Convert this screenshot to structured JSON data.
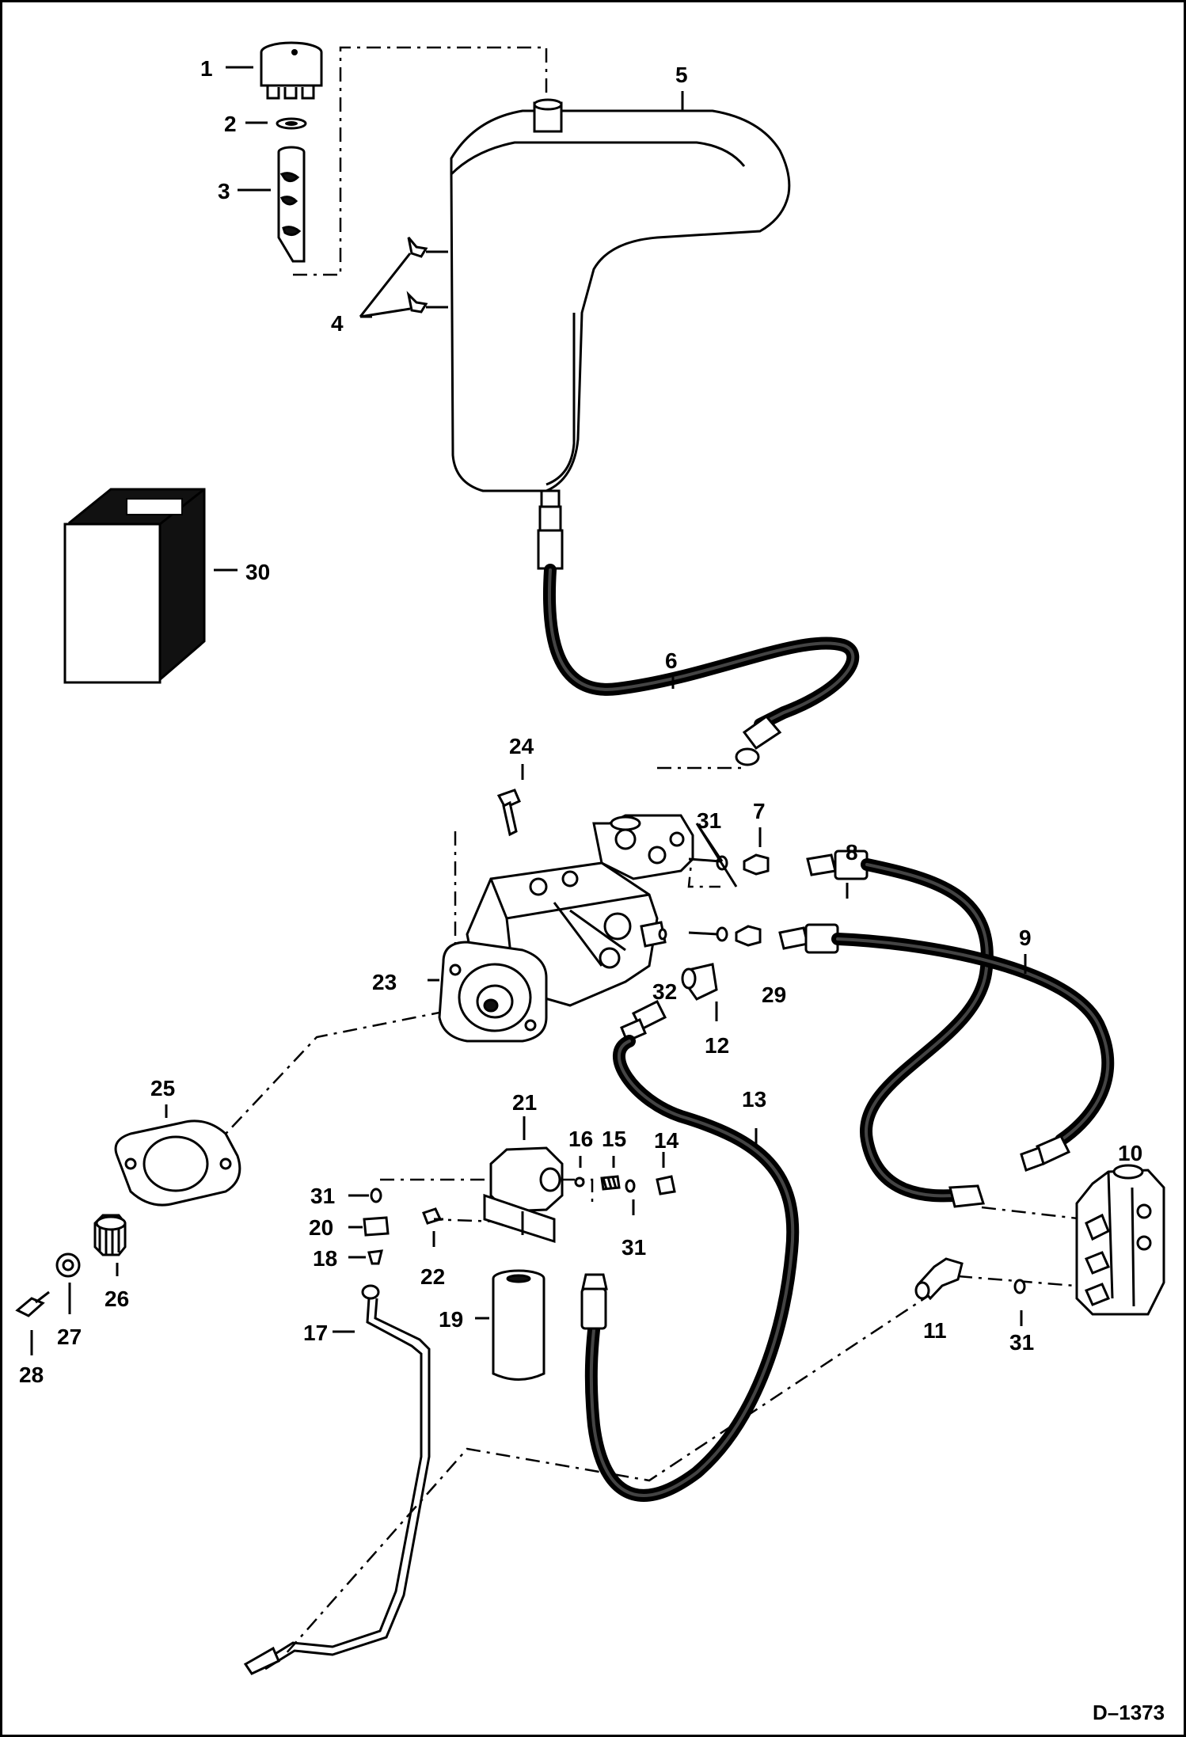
{
  "drawing": {
    "number": "D–1373"
  },
  "callouts": {
    "c1": "1",
    "c2": "2",
    "c3": "3",
    "c4": "4",
    "c5": "5",
    "c6": "6",
    "c7": "7",
    "c8": "8",
    "c9": "9",
    "c10": "10",
    "c11": "11",
    "c12": "12",
    "c13": "13",
    "c14": "14",
    "c15": "15",
    "c16": "16",
    "c17": "17",
    "c18": "18",
    "c19": "19",
    "c20": "20",
    "c21": "21",
    "c22": "22",
    "c23": "23",
    "c24": "24",
    "c25": "25",
    "c26": "26",
    "c27": "27",
    "c28": "28",
    "c29": "29",
    "c30": "30",
    "c31a": "31",
    "c31b": "31",
    "c31c": "31",
    "c31d": "31",
    "c32": "32"
  }
}
